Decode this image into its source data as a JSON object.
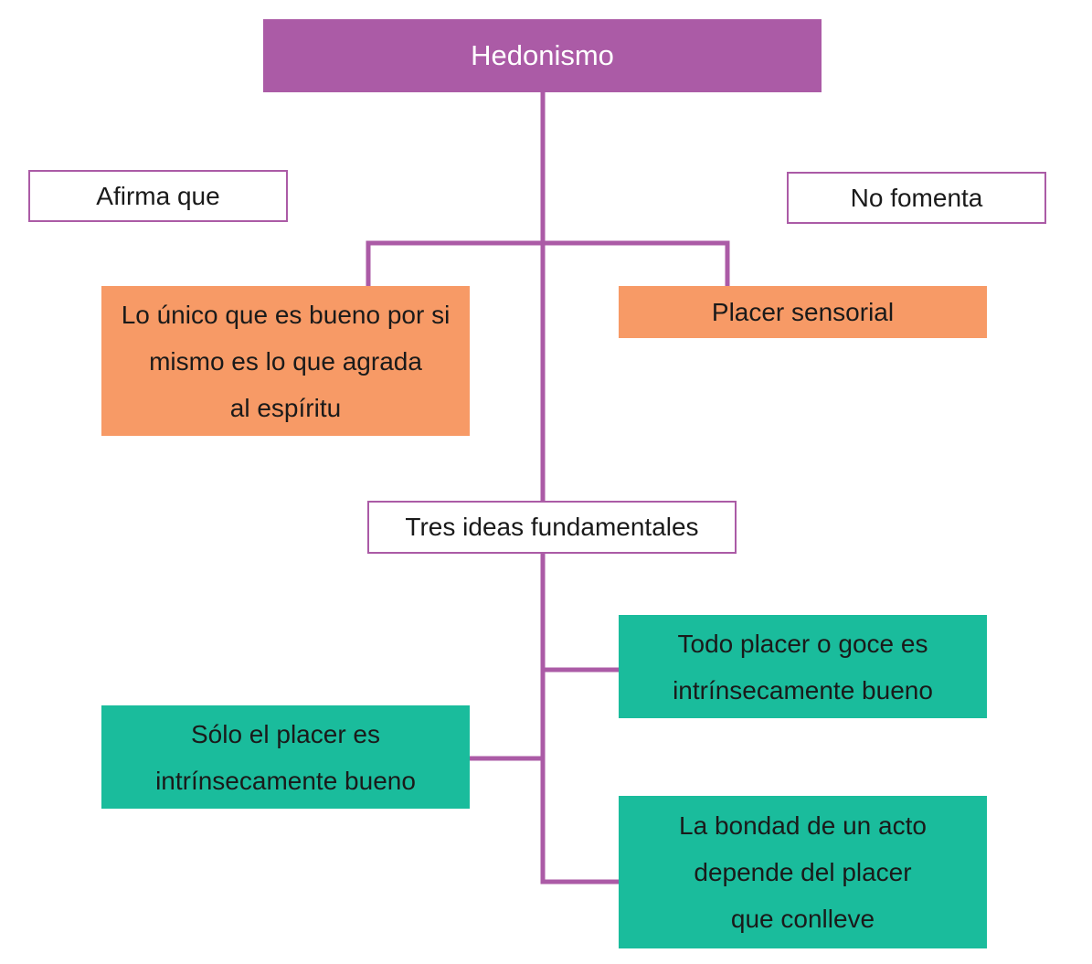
{
  "colors": {
    "title_bg": "#ab5ba6",
    "connector": "#ab5ba6",
    "outline_border": "#ab5ba6",
    "orange": "#f79a66",
    "teal": "#1abc9c",
    "title_text": "#ffffff"
  },
  "diagram": {
    "title": "Hedonismo",
    "affirm_label": "Afirma que",
    "not_promote_label": "No fomenta",
    "affirm_content": [
      "Lo único que es bueno por si",
      "mismo es lo que agrada",
      "al espíritu"
    ],
    "not_promote_content": "Placer sensorial",
    "ideas_label": "Tres ideas fundamentales",
    "ideas": [
      [
        "Todo placer o goce es",
        "intrínsecamente bueno"
      ],
      [
        "Sólo el placer es",
        "intrínsecamente bueno"
      ],
      [
        "La bondad de un acto",
        "depende del placer",
        "que conlleve"
      ]
    ]
  }
}
